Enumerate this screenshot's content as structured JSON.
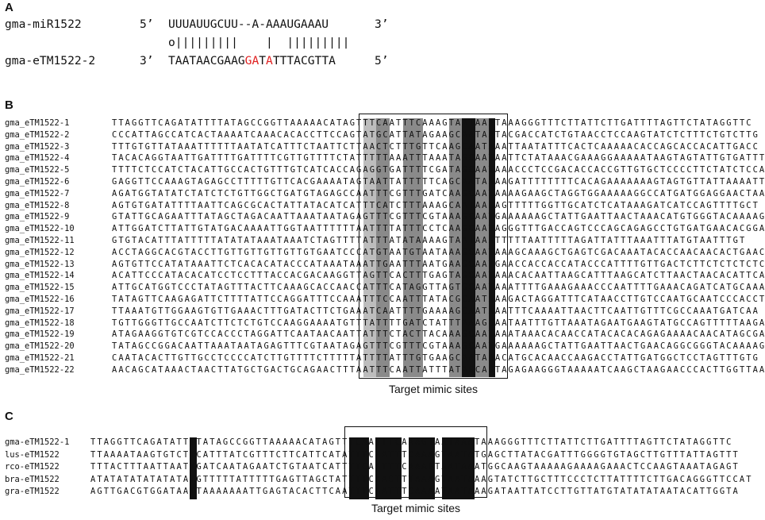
{
  "panel_a": {
    "letter": "A",
    "mirna": {
      "name": "gma-miR1522",
      "prime_left": "5’",
      "sequence": "UUUAUUGCUU--A-AAAUGAAAU",
      "prime_right": "3’"
    },
    "pairing": "o|||||||||    |  |||||||||",
    "target": {
      "name": "gma-eTM1522-2",
      "prime_left": "3’",
      "seq_part1": "TAATAACGAAG",
      "seq_red1": "GA",
      "seq_part2": "T",
      "seq_red2": "A",
      "seq_part3": "TTTACGTTA",
      "prime_right": "5’"
    }
  },
  "panel_b": {
    "letter": "B",
    "caption": "Target mimic sites",
    "rows": [
      {
        "name": "gma_eTM1522-1",
        "seq": "TTAGGTTCAGATATTTTATAGCCGGTTAAAAACATAGTTTCAATTTCAAAGTAATAAATAAAGGGTTTCTTATTCTTGATTTTAGTTCTATAGGTTC"
      },
      {
        "name": "gma_eTM1522-2",
        "seq": "CCCATTAGCCATCACTAAAATCAAACACACCTTCCAGTATGCATTATAGAAGCAATAATACGACCATCTGTAACCTCCAAGTATCTCTTTCTGTCTTG"
      },
      {
        "name": "gma_eTM1522-3",
        "seq": "TTTGTGTTATAAATTTTTTAATATCATTTCTAATTCTTAACTCTTTGTTCAAGCAATAAATTAATATTTCACTCAAAAACACCAGCACCACATTGACC"
      },
      {
        "name": "gma_eTM1522-4",
        "seq": "TACACAGGTAATTGATTTTGATTTTCGTTGTTTTCTATTTTTAAATTTAAATAGCAATAATTCTATAAACGAAAGGAAAAATAAGTAGTATTGTGATTT"
      },
      {
        "name": "gma_eTM1522-5",
        "seq": "TTTTCTCCATCTACATTGCCACTGTTTGTCATCACCAGAGGTGATTTTCGATAGCAATAAACCCTCCGACACCACCGTTGTGCTCCCCTTCTATCTCCAA"
      },
      {
        "name": "gma_eTM1522-6",
        "seq": "GAGGTTCCAAAGTAGAGCCTTTTTGTTCACGAAAATAGTAATTATTTTTCAGCAATAAAAGATTTTTTTTCACAGAAAAAAAGTAGTGTTATTAAAATT"
      },
      {
        "name": "gma_eTM1522-7",
        "seq": "AGATGGTATATCTATCTCTGTTGGCTGATGTAGAGCCAATTTCGTTTGATCAAGCAATAAAAGAAGCTAGGTGGAAAAAGGCCATGATGGAGGAACTAAA"
      },
      {
        "name": "gma_eTM1522-8",
        "seq": "AGTGTGATATTTTAATTCAGCGCACTATTATACATCATTTCATCTTTAAAGCAATAAGAGTTTTTGGTTGCATCTCATAAAGATCATCCAGTTTTGCT"
      },
      {
        "name": "gma_eTM1522-9",
        "seq": "GTATTGCAGAATTTATAGCTAGACAATTAAATAATAGAGTTTCGTTTCGTAAAGCAATGAAAAAAGCTATTGAATTAACTAAACATGTGGGTACAAAAGG"
      },
      {
        "name": "gma_eTM1522-10",
        "seq": "ATTGGATCTTATTGTATGACAAAATTGGTAATTTTTTAATTTTATTTCCTCAAGCAATAGGGTTTGACCAGTCCCAGCAGAGCCTGTGATGAACACGGAT"
      },
      {
        "name": "gma_eTM1522-11",
        "seq": "GTGTACATTTATTTTTATATATAAATAAATCTAGTTTTATTTATATAAAAGTAATAAATTTTTAATTTTTAGATTATTTAAATTTATGTAATTTGT"
      },
      {
        "name": "gma_eTM1522-12",
        "seq": "ACCTAGGCACGTACCTTGTTGTTGTTGTTGTGAATCCCATGTAATGTAATAAAGCAATAAAGCAAAGCTGAGTCGACAAATACACCAACAACACTGAAC"
      },
      {
        "name": "gma_eTM1522-13",
        "seq": "AGTGTTCCATATAAATTCTCACACATACCCATAAATAAATTGAATTTAATGAAGCAATGAACCACCACCATACCCATTTTGTTGACTCTTCTCTCTCTCT"
      },
      {
        "name": "gma_eTM1522-14",
        "seq": "ACATTCCCATACACATCCTCCTTTACCACGACAAGGTTAGTTCACTTTGAGTAGCAATAAACACAATTAAGCATTTAAGCATCTTAACTAACACATTCAC"
      },
      {
        "name": "gma_eTM1522-15",
        "seq": "ATTGCATGGTCCCTATAGTTTACTTCAAAGCACCAACCATTTCATAGGTTAGTGCAATAAATTTTGAAAGAAACCCAATTTTGAAACAGATCATGCAAAT"
      },
      {
        "name": "gma_eTM1522-16",
        "seq": "TATAGTTCAAGAGATTCTTTTATTCCAGGATTTCCAAATTTCCAATTTATACGCAATAAAGACTAGGATTTCATAACCTTGTCCAATGCAATCCCACCT"
      },
      {
        "name": "gma_eTM1522-17",
        "seq": "TTAAATGTTGGAAGTGTTGAAACTTTGATACTTCTGAAATCAATTTTGAAAAGCAATAAATTTCAAAATTAACTTCAATTGTTTCGCCAAATGATCAA"
      },
      {
        "name": "gma_eTM1522-18",
        "seq": "TGTTGGGTTGCCAATCTTCTCTGTCCAAGGAAAATGTTTATTTTGATCTATTTAAAGCAATAATTTGTTAAATAGAATGAAGTATGCCAGTTTTTAAGAACAC"
      },
      {
        "name": "gma_eTM1522-19",
        "seq": "ATAGAAGGTGTCGTCCACCCTAGGATTCAATAACAATTATTTCTACTTACAAAGCAATAAATAAACACAACCATACACACAGAGAAAACAACATAGCGAC"
      },
      {
        "name": "gma_eTM1522-20",
        "seq": "TATAGCCGGACAATTAAATAATAGAGTTTCGTAATAGAGTTTCGTTTCGTAAAGCAATGAAAAAAGCTATTGAATTAACTGAACAGGCGGGTACAAAAGG"
      },
      {
        "name": "gma_eTM1522-21",
        "seq": "CAATACACTTGTTGCCTCCCCATCTTGTTTTCTTTTTATTTTATTTGTGAAGCAATAAACATGCACAACCAAGACCTATTGATGGCTCCTAGTTTGTG"
      },
      {
        "name": "gma_eTM1522-22",
        "seq": "AACAGCATAAACTAACTTATGCTGACTGCAGAACTTTAATTTCAATTATTTATAGCAGTAGAGAAGGGTAAAAATCAAGCTAAGAACCCACTTGGTTAAAAA"
      }
    ]
  },
  "panel_c": {
    "letter": "C",
    "caption": "Target mimic sites",
    "rows": [
      {
        "name": "gma-eTM1522-1",
        "seq": "TTAGGTTCAGATATTTTATAGCCGGTTAAAAACATAGTTTCAATTTCAAAGTAATAAATAAAGGGTTTCTTATTCTTGATTTTAGTTCTATAGGTTC"
      },
      {
        "name": "lus-eTM1522",
        "seq": "TTAAAATAAGTGTCTTCATTTATCGTTTCTTCATTCATATTTCAATTTCAAAGTAATATGAGCTTATACGATTTGGGGTGTAGCTTGTTTATTAGTTT"
      },
      {
        "name": "rco-eTM1522",
        "seq": "TTTACTTTAATTAATTGATCAATAGAATCTGTAATCATTTTCAATTTCAAAGTAATAAATGGCAAGTAAAAAGAAAAGAAACTCCAAGTAAATAGAGT"
      },
      {
        "name": "bra-eTM1522",
        "seq": "ATATATATATATATATGTTTTTATTTTTGAGTTAGCTATTTTCAACTTTAAAGTAATAAAGTATCTTGCTTTCCCTCTTATTTTCTTGACAGGGTTCCAT"
      },
      {
        "name": "gra-eTM1522",
        "seq": "AGTTGACGTGGATAATTAAAAAAATTGAGTACACTTCAATTTCAATTTCAAAATAATAAAGATAATTATCCTTGTTATGTATATATAATACATTGGTA"
      }
    ]
  }
}
